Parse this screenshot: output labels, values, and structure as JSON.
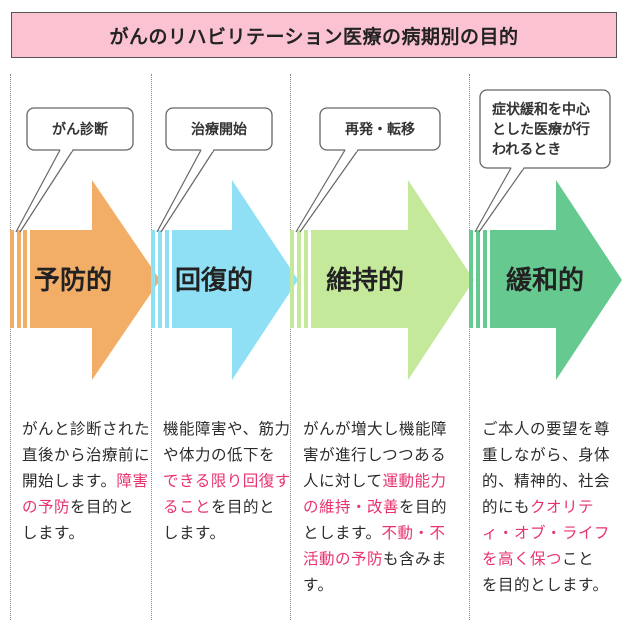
{
  "title": "がんのリハビリテーション医療の病期別の目的",
  "colors": {
    "title_bg": "#fbc3d2",
    "highlight": "#e8336d"
  },
  "stages": [
    {
      "name": "予防的",
      "callout": [
        "がん診断"
      ],
      "color": "#f2ad66",
      "description": [
        {
          "text": "がんと診断された直後から治療前に開始します。",
          "hl": false
        },
        {
          "text": "障害の予防",
          "hl": true
        },
        {
          "text": "を目的とします。",
          "hl": false
        }
      ]
    },
    {
      "name": "回復的",
      "callout": [
        "治療開始"
      ],
      "color": "#8fdff5",
      "description": [
        {
          "text": "機能障害や、筋力や体力の低下を",
          "hl": false
        },
        {
          "text": "できる限り回復すること",
          "hl": true
        },
        {
          "text": "を目的とします。",
          "hl": false
        }
      ]
    },
    {
      "name": "維持的",
      "callout": [
        "再発・転移"
      ],
      "color": "#c5e99a",
      "description": [
        {
          "text": "がんが増大し機能障害が進行しつつある人に対して",
          "hl": false
        },
        {
          "text": "運動能力の維持・改善",
          "hl": true
        },
        {
          "text": "を目的とします。",
          "hl": false
        },
        {
          "text": "不動・不活動の予防",
          "hl": true
        },
        {
          "text": "も含みます。",
          "hl": false
        }
      ]
    },
    {
      "name": "緩和的",
      "callout": [
        "症状緩和を中心",
        "とした医療が行",
        "われるとき"
      ],
      "color": "#66c98f",
      "description": [
        {
          "text": "ご本人の要望を尊重しながら、身体的、精神的、社会的にも",
          "hl": false
        },
        {
          "text": "クオリティ・オブ・ライフを高く保つ",
          "hl": true
        },
        {
          "text": "ことを目的とします。",
          "hl": false
        }
      ]
    }
  ]
}
